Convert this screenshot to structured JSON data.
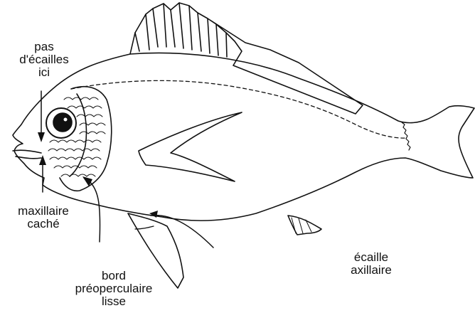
{
  "diagram": {
    "labels": {
      "no_scales_here": [
        "pas",
        "d'écailles",
        "ici"
      ],
      "maxillary_hidden": [
        "maxillaire",
        "caché"
      ],
      "smooth_preopercular_edge": [
        "bord",
        "préoperculaire",
        "lisse"
      ],
      "axillary_scale": [
        "écaille",
        "axillaire"
      ]
    }
  },
  "colors": {
    "ink": "#111111",
    "background": "#ffffff"
  }
}
